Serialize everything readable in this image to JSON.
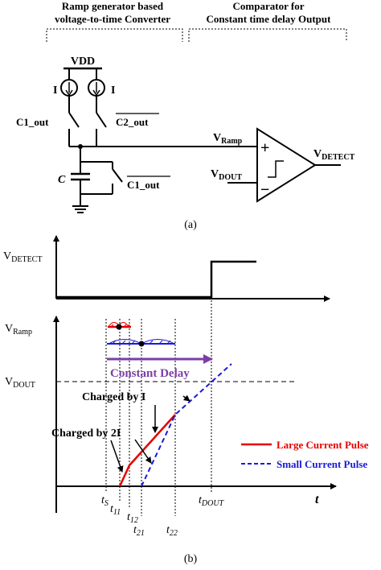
{
  "circuit": {
    "header_left_line1": "Ramp generator based",
    "header_left_line2": "voltage-to-time Converter",
    "header_right_line1": "Comparator for",
    "header_right_line2": "Constant time delay Output",
    "vdd": "VDD",
    "current_left": "I",
    "current_right": "I",
    "switch_c1": "C1_out",
    "switch_c2bar": "C2_out",
    "cap": "C",
    "switch_c1bar": "C1_out",
    "v": "V",
    "ramp_sub": "Ramp",
    "dout_sub": "DOUT",
    "detect_sub": "DETECT",
    "plus": "+",
    "minus": "−",
    "caption": "(a)"
  },
  "timing": {
    "v": "V",
    "detect_sub": "DETECT",
    "ramp_sub": "Ramp",
    "dout_sub": "DOUT",
    "constant_delay": "Constant Delay",
    "charged_by_i": "Charged by I",
    "charged_by_2i": "Charged by 2I",
    "legend_large": "Large Current Pulse",
    "legend_small": "Small Current Pulse",
    "t_axis": "t",
    "t_main": "t",
    "sub_s": "S",
    "sub_11": "11",
    "sub_12": "12",
    "sub_21": "21",
    "sub_22": "22",
    "sub_dout": "DOUT",
    "caption": "(b)",
    "colors": {
      "large": "#e60000",
      "small": "#1a1ad6",
      "delay": "#7b3fa6"
    }
  }
}
